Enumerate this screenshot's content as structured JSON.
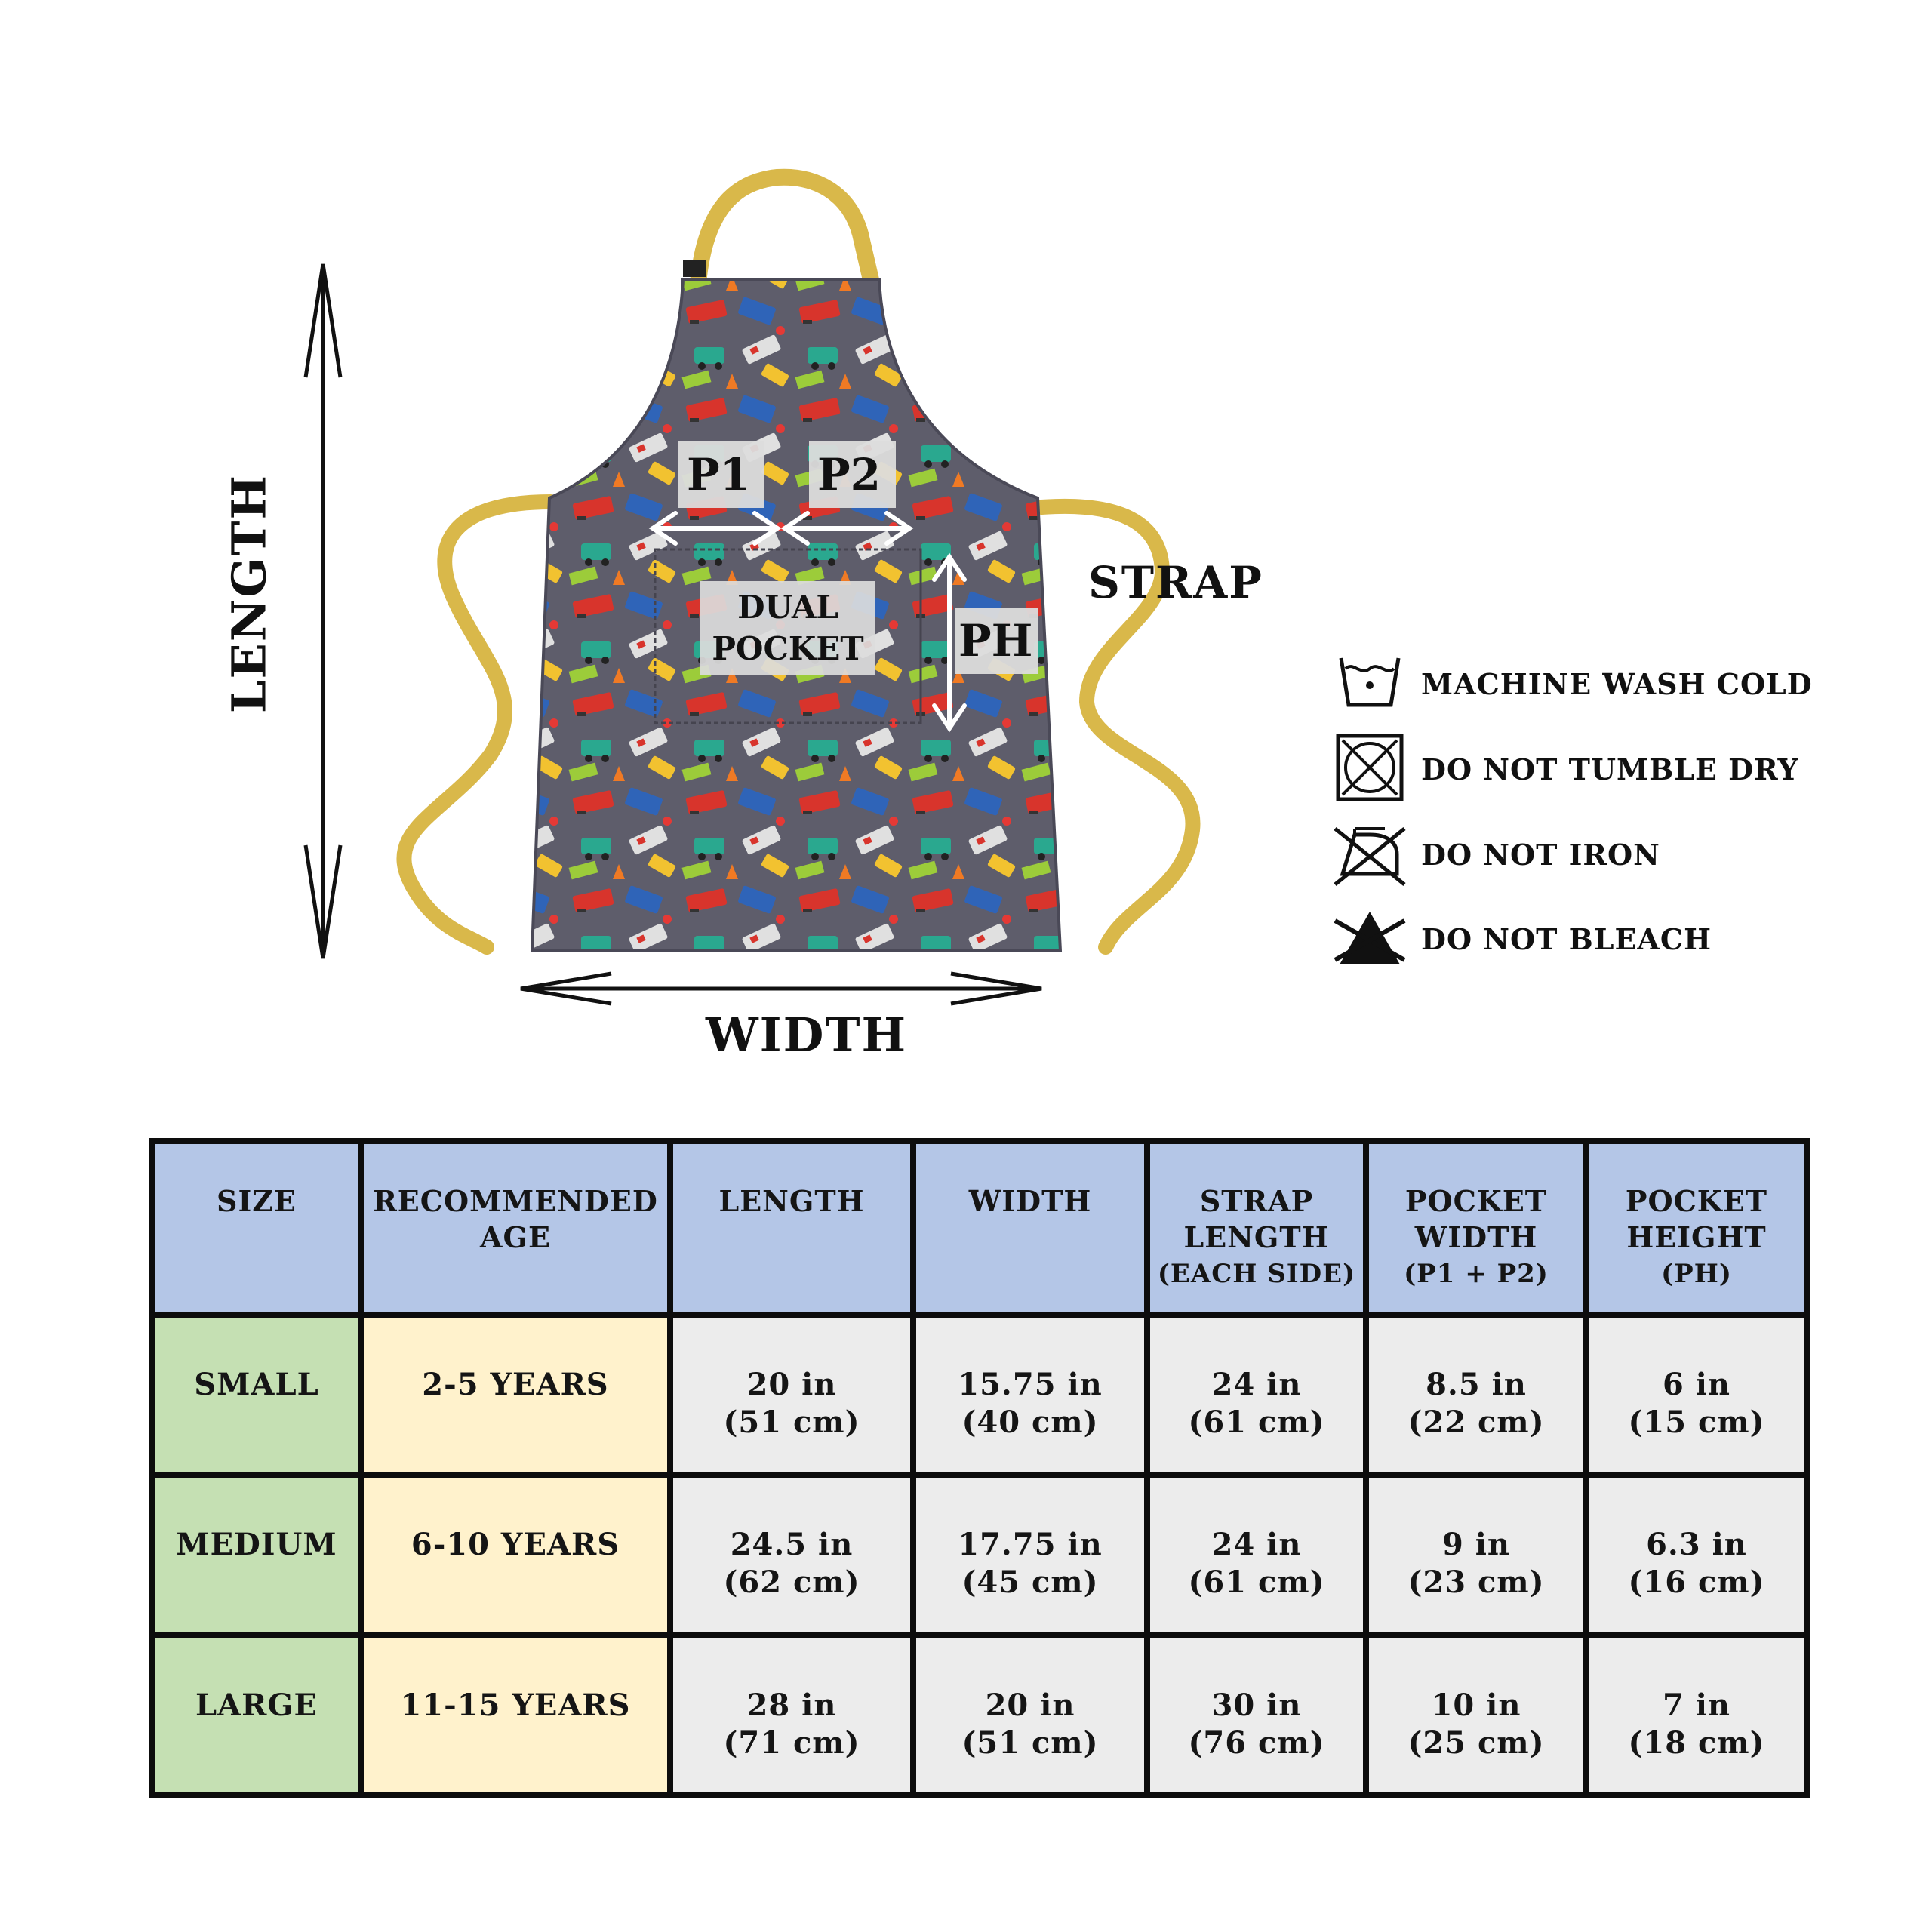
{
  "diagram": {
    "length_label": "LENGTH",
    "width_label": "WIDTH",
    "strap_label": "STRAP",
    "p1_label": "P1",
    "p2_label": "P2",
    "ph_label": "PH",
    "pocket_label_line1": "DUAL",
    "pocket_label_line2": "POCKET",
    "apron_color": "#5e5d6b",
    "strap_color": "#d9b84a"
  },
  "care": [
    {
      "icon": "machine-wash-cold-icon",
      "text": "MACHINE WASH COLD"
    },
    {
      "icon": "do-not-tumble-dry-icon",
      "text": "DO NOT TUMBLE DRY"
    },
    {
      "icon": "do-not-iron-icon",
      "text": "DO NOT IRON"
    },
    {
      "icon": "do-not-bleach-icon",
      "text": "DO NOT BLEACH"
    }
  ],
  "table": {
    "headers": [
      {
        "line1": "SIZE",
        "line2": "",
        "line3": ""
      },
      {
        "line1": "RECOMMENDED",
        "line2": "AGE",
        "line3": ""
      },
      {
        "line1": "LENGTH",
        "line2": "",
        "line3": ""
      },
      {
        "line1": "WIDTH",
        "line2": "",
        "line3": ""
      },
      {
        "line1": "STRAP",
        "line2": "LENGTH",
        "line3": "(EACH SIDE)"
      },
      {
        "line1": "POCKET",
        "line2": "WIDTH",
        "line3": "(P1 + P2)"
      },
      {
        "line1": "POCKET",
        "line2": "HEIGHT",
        "line3": "(PH)"
      }
    ],
    "rows": [
      {
        "size": "SMALL",
        "age": "2-5 YEARS",
        "values": [
          {
            "in": "20 in",
            "cm": "(51 cm)"
          },
          {
            "in": "15.75 in",
            "cm": "(40 cm)"
          },
          {
            "in": "24 in",
            "cm": "(61 cm)"
          },
          {
            "in": "8.5 in",
            "cm": "(22 cm)"
          },
          {
            "in": "6 in",
            "cm": "(15 cm)"
          }
        ]
      },
      {
        "size": "MEDIUM",
        "age": "6-10 YEARS",
        "values": [
          {
            "in": "24.5 in",
            "cm": "(62 cm)"
          },
          {
            "in": "17.75 in",
            "cm": "(45 cm)"
          },
          {
            "in": "24 in",
            "cm": "(61 cm)"
          },
          {
            "in": "9 in",
            "cm": "(23 cm)"
          },
          {
            "in": "6.3 in",
            "cm": "(16 cm)"
          }
        ]
      },
      {
        "size": "LARGE",
        "age": "11-15 YEARS",
        "values": [
          {
            "in": "28 in",
            "cm": "(71 cm)"
          },
          {
            "in": "20 in",
            "cm": "(51 cm)"
          },
          {
            "in": "30 in",
            "cm": "(76 cm)"
          },
          {
            "in": "10 in",
            "cm": "(25 cm)"
          },
          {
            "in": "7 in",
            "cm": "(18 cm)"
          }
        ]
      }
    ]
  }
}
